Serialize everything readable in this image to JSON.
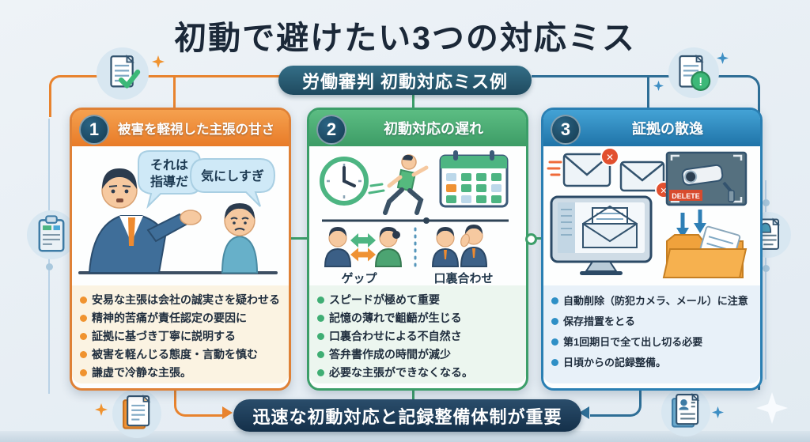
{
  "page": {
    "title": "初動で避けたい3つの対応ミス",
    "top_badge": "労働審判 初動対応ミス例",
    "bottom_badge": "迅速な初動対応と記録整備体制が重要"
  },
  "colors": {
    "orange_accent": "#e8832e",
    "green_accent": "#3c9e69",
    "blue_accent": "#2a7fb3",
    "navy_text": "#1b2838",
    "top_badge_bg": "#1f4a5f",
    "bottom_badge_bg": "#14304a"
  },
  "icons": {
    "check_mark": "✓",
    "alert_mark": "!",
    "delete_x": "✕",
    "sparkle": "✦"
  },
  "cards": [
    {
      "number": "1",
      "title": "被害を軽視した主張の甘さ",
      "illustration": {
        "bubble1_line1": "それは",
        "bubble1_line2": "指導だ",
        "bubble2": "気にしすぎ"
      },
      "bullets": [
        "安易な主張は会社の誠実さを疑わせる",
        "精神的苦痛が責任認定の要因に",
        "証拠に基づき丁寧に説明する",
        "被害を軽んじる態度・言動を慎む",
        "謙虚で冷静な主張。"
      ]
    },
    {
      "number": "2",
      "title": "初動対応の遅れ",
      "illustration": {
        "label_left": "ゲップ",
        "label_right": "口裏合わせ"
      },
      "bullets": [
        "スピードが極めて重要",
        "記憶の薄れで齟齬が生じる",
        "口裏合わせによる不自然さ",
        "答弁書作成の時間が減少",
        "必要な主張ができなくなる。"
      ]
    },
    {
      "number": "3",
      "title": "証拠の散逸",
      "illustration": {
        "delete_label": "DELETE"
      },
      "bullets": [
        "自動削除（防犯カメラ、メール）に注意",
        "保存措置をとる",
        "第1回期日で全て出し切る必要",
        "日頃からの記録整備。"
      ]
    }
  ]
}
